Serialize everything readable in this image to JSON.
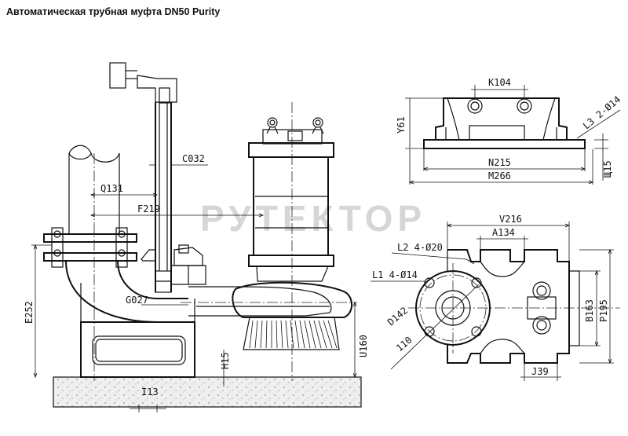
{
  "title": "Автоматическая трубная муфта DN50  Purity",
  "watermark": "РУТЕКТОР",
  "dimensions": {
    "c": "C032",
    "q": "Q131",
    "f": "F219",
    "g": "G027",
    "e": "E252",
    "h": "H15",
    "i": "I13",
    "u": "U160",
    "k": "K104",
    "y": "Y61",
    "l3": "L3 2-Ø14",
    "n": "N215",
    "m": "M266",
    "sh": "Щ15",
    "v": "V216",
    "a": "A134",
    "l2": "L2 4-Ø20",
    "l1": "L1 4-Ø14",
    "d": "D142",
    "o": "110",
    "b": "B163",
    "p": "P195",
    "j": "J39"
  }
}
